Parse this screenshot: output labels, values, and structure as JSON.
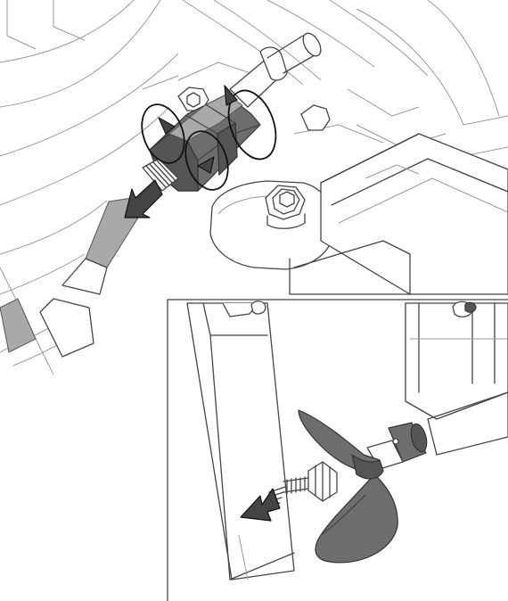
{
  "figure": {
    "main_view": {
      "components": [
        "machine-frame",
        "mounting-bracket",
        "hex-bolt",
        "propeller-shaft",
        "hex-coupling-nut",
        "threaded-rod",
        "rotation-indicators",
        "pull-out-arrow"
      ]
    },
    "inset_view": {
      "components": [
        "inset-frame",
        "rudder-blade",
        "shaft-collar",
        "propeller",
        "prop-nut",
        "threaded-shaft",
        "pull-out-arrow"
      ]
    },
    "colors": {
      "line": "#444444",
      "dark_part": "#555555",
      "medium_part": "#6e6e6e",
      "light_part": "#a9a9a9",
      "background": "#ffffff"
    }
  }
}
